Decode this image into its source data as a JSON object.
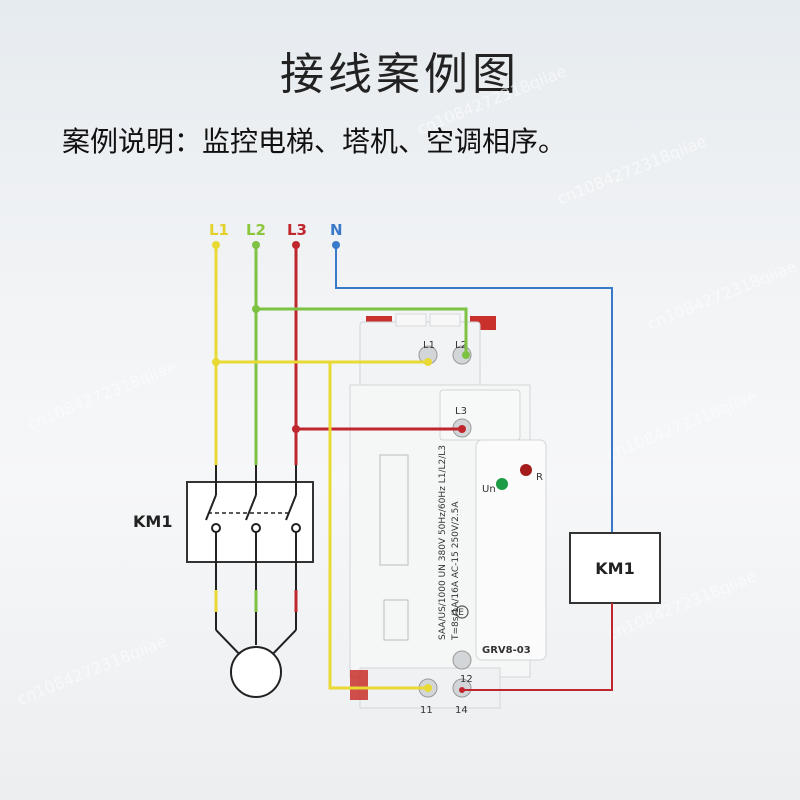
{
  "title": "接线案例图",
  "subtitle": "案例说明：监控电梯、塔机、空调相序。",
  "phases": [
    {
      "label": "L1",
      "color": "#e3d12a"
    },
    {
      "label": "L2",
      "color": "#8cc63f"
    },
    {
      "label": "L3",
      "color": "#c0262d"
    },
    {
      "label": "N",
      "color": "#3a78c9"
    }
  ],
  "wire_colors": {
    "yellow": "#e8d934",
    "green": "#7dc242",
    "red": "#c0262d",
    "blue": "#3a78c9"
  },
  "contactor_left_label": "KM1",
  "coil_label": "KM1",
  "relay": {
    "model": "GRV8-03",
    "terminal_top_left": "L1",
    "terminal_top_right": "L2",
    "terminal_mid": "L3",
    "led_un": "Un",
    "led_r": "R",
    "terminal_12": "12",
    "terminal_11": "11",
    "terminal_14": "14",
    "spec_text": "SAA/US/1000 UN 380V 50Hz/60Hz L1/L2/L3",
    "spec_text2": "T=8s/1A/16A AC-15 250V/2.5A",
    "cert": "CE"
  },
  "watermark": "cn1084272318qiiae"
}
